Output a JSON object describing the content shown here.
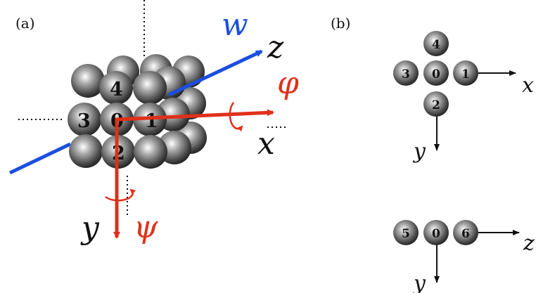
{
  "panel_a": {
    "label": "(a)",
    "site_labels": [
      "4",
      "3",
      "0",
      "1",
      "2"
    ],
    "axes": {
      "w": "w",
      "z": "z",
      "x": "x",
      "y": "y"
    },
    "rotations": {
      "phi": "φ",
      "psi": "ψ"
    },
    "colors": {
      "w_axis": "#1a4fe0",
      "rotation_axes": "#e0301a",
      "text": "#111111"
    }
  },
  "panel_b": {
    "label": "(b)",
    "top": {
      "sites": [
        "4",
        "3",
        "0",
        "1",
        "2"
      ],
      "x_axis": "x",
      "y_axis": "y"
    },
    "bottom": {
      "sites": [
        "5",
        "0",
        "6"
      ],
      "z_axis": "z",
      "y_axis": "y"
    }
  }
}
